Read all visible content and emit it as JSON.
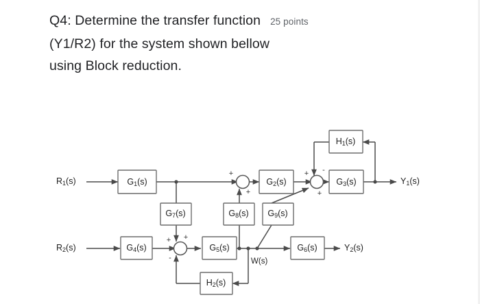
{
  "question": {
    "line1": "Q4: Determine the transfer function",
    "points": "25 points",
    "line2": "(Y1/R2) for the system shown bellow",
    "line3": "using Block reduction."
  },
  "diagram": {
    "type": "control-system-block-diagram",
    "inputs": [
      {
        "id": "R1",
        "base": "R",
        "sub": "1",
        "suffix": "(s)"
      },
      {
        "id": "R2",
        "base": "R",
        "sub": "2",
        "suffix": "(s)"
      }
    ],
    "outputs": [
      {
        "id": "Y1",
        "base": "Y",
        "sub": "1",
        "suffix": "(s)"
      },
      {
        "id": "Y2",
        "base": "Y",
        "sub": "2",
        "suffix": "(s)"
      }
    ],
    "internal_signals": [
      {
        "id": "W",
        "base": "W",
        "sub": "",
        "suffix": "(s)"
      }
    ],
    "blocks": [
      {
        "id": "G1",
        "base": "G",
        "sub": "1",
        "suffix": "(s)"
      },
      {
        "id": "G2",
        "base": "G",
        "sub": "2",
        "suffix": "(s)"
      },
      {
        "id": "G3",
        "base": "G",
        "sub": "3",
        "suffix": "(s)"
      },
      {
        "id": "G4",
        "base": "G",
        "sub": "4",
        "suffix": "(s)"
      },
      {
        "id": "G5",
        "base": "G",
        "sub": "5",
        "suffix": "(s)"
      },
      {
        "id": "G6",
        "base": "G",
        "sub": "6",
        "suffix": "(s)"
      },
      {
        "id": "G7",
        "base": "G",
        "sub": "7",
        "suffix": "(s)"
      },
      {
        "id": "G8",
        "base": "G",
        "sub": "8",
        "suffix": "(s)"
      },
      {
        "id": "G9",
        "base": "G",
        "sub": "9",
        "suffix": "(s)"
      },
      {
        "id": "H1",
        "base": "H",
        "sub": "1",
        "suffix": "(s)"
      },
      {
        "id": "H2",
        "base": "H",
        "sub": "2",
        "suffix": "(s)"
      }
    ],
    "summing_junctions": [
      {
        "id": "sum1",
        "signs": [
          "+",
          "+"
        ]
      },
      {
        "id": "sum2",
        "signs": [
          "+",
          "-",
          "+"
        ]
      },
      {
        "id": "sum3",
        "signs": [
          "+",
          "+",
          "-"
        ]
      }
    ],
    "signs": {
      "sum1_in_left": "+",
      "sum1_in_bottom": "+",
      "sum2_in_left": "+",
      "sum2_in_top": "-",
      "sum2_in_bottom": "+",
      "sum3_in_left": "+",
      "sum3_in_top": "+",
      "sum3_in_bottom": "-"
    },
    "colors": {
      "block_stroke": "#6b6b6b",
      "wire": "#4a4a4a",
      "text": "#1c1c1c",
      "background": "#ffffff"
    }
  }
}
